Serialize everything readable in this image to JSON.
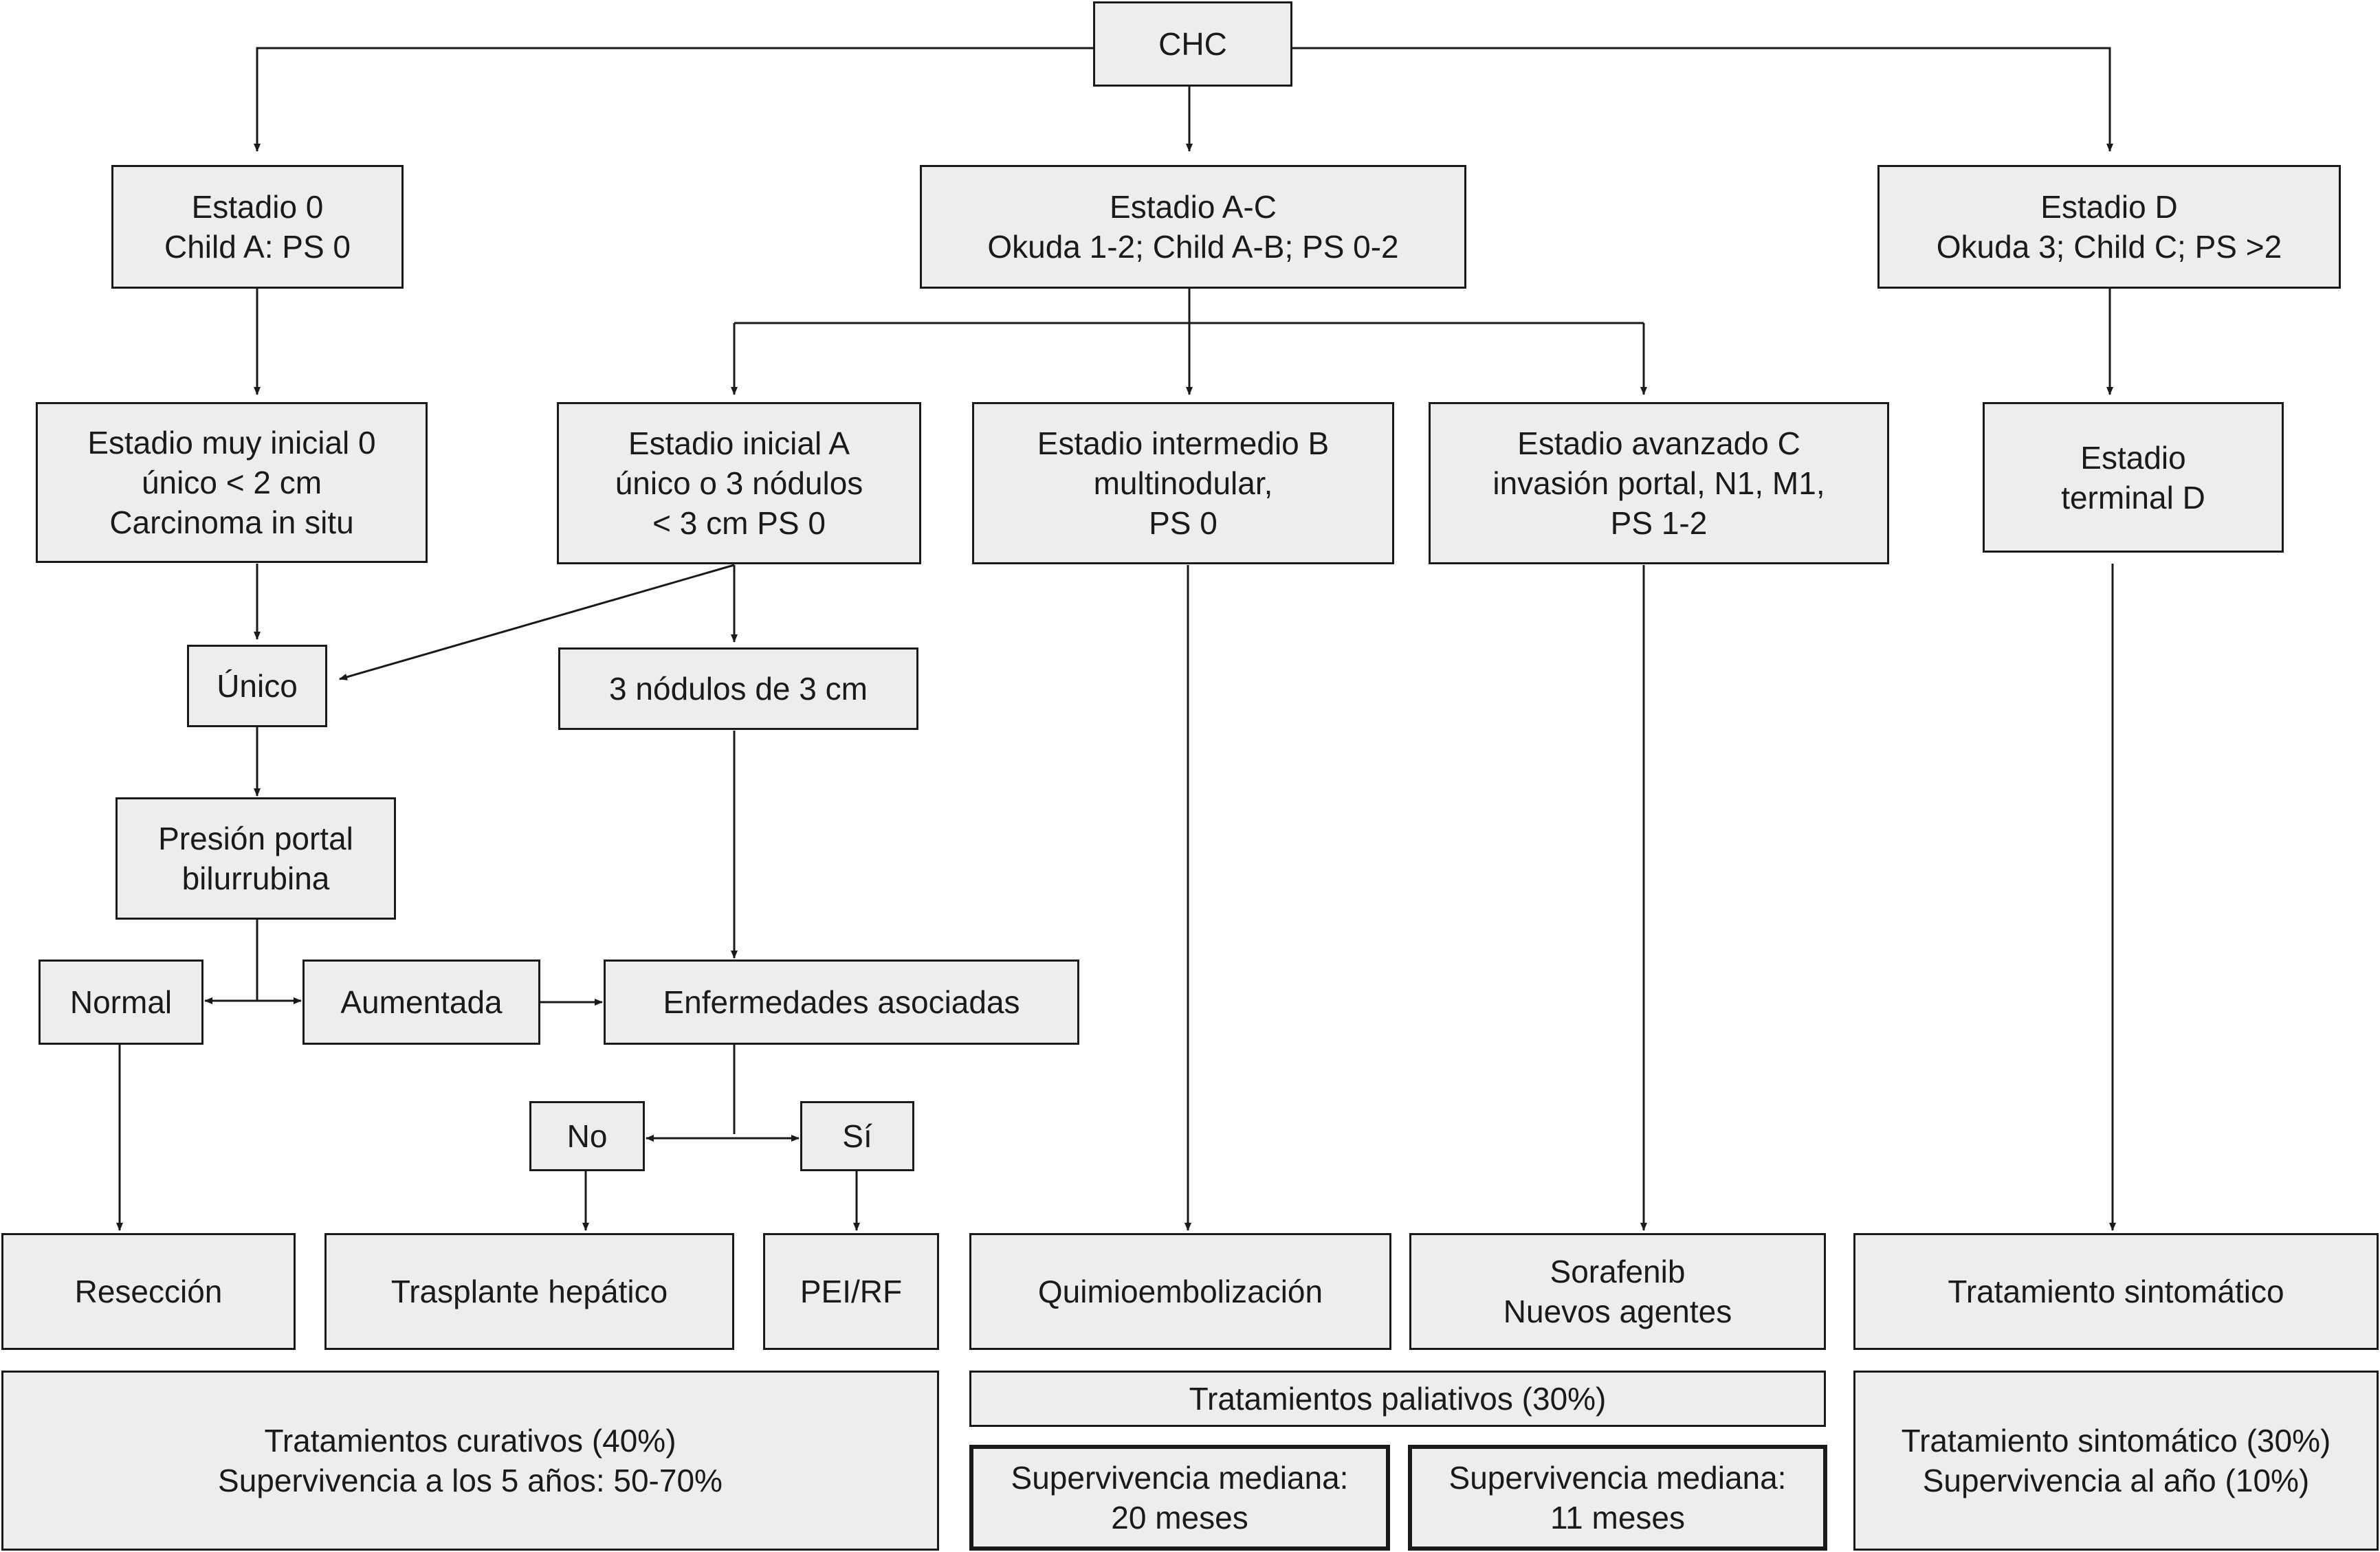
{
  "diagram": {
    "root": "CHC",
    "stage0": {
      "line1": "Estadio  0",
      "line2": "Child A: PS 0"
    },
    "stageAC": {
      "line1": "Estadio A-C",
      "line2": "Okuda 1-2; Child A-B;  PS 0-2"
    },
    "stageD": {
      "line1": "Estadio D",
      "line2": "Okuda 3; Child C; PS >2"
    },
    "very_early": {
      "line1": "Estadio muy inicial 0",
      "line2": "único < 2 cm",
      "line3": "Carcinoma in situ"
    },
    "early": {
      "line1": "Estadio inicial A",
      "line2": "único o 3 nódulos",
      "line3": "< 3 cm PS 0"
    },
    "intermediate": {
      "line1": "Estadio intermedio B",
      "line2": "multinodular,",
      "line3": "PS 0"
    },
    "advanced": {
      "line1": "Estadio avanzado C",
      "line2": "invasión portal, N1, M1,",
      "line3": "PS 1-2"
    },
    "terminal": {
      "line1": "Estadio",
      "line2": "terminal D"
    },
    "unico": "Único",
    "three_nodules": "3 nódulos de 3 cm",
    "portal_pressure": {
      "line1": "Presión portal",
      "line2": "bilurrubina"
    },
    "normal": "Normal",
    "increased": "Aumentada",
    "associated": "Enfermedades asociadas",
    "no": "No",
    "si": "Sí",
    "treatments": {
      "resection": "Resección",
      "transplant": "Trasplante hepático",
      "pei_rf": "PEI/RF",
      "chemo": "Quimioembolización",
      "sorafenib": {
        "line1": "Sorafenib",
        "line2": "Nuevos agentes"
      },
      "symptomatic": "Tratamiento sintomático"
    },
    "outcomes": {
      "curative": {
        "line1": "Tratamientos curativos (40%)",
        "line2": "Supervivencia a los 5 años: 50-70%"
      },
      "palliative": "Tratamientos paliativos (30%)",
      "median_20": {
        "line1": "Supervivencia mediana:",
        "line2": "20 meses"
      },
      "median_11": {
        "line1": "Supervivencia mediana:",
        "line2": "11 meses"
      },
      "symptomatic": {
        "line1": "Tratamiento sintomático (30%)",
        "line2": "Supervivencia al año (10%)"
      }
    }
  }
}
